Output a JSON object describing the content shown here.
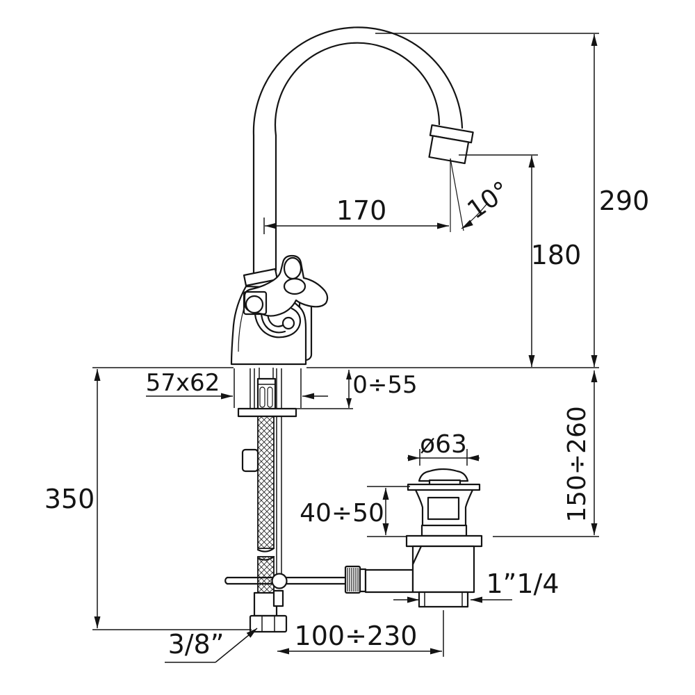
{
  "colors": {
    "line": "#141414",
    "background": "#ffffff"
  },
  "dims": {
    "spout_reach": "170",
    "spray_angle": "10°",
    "overall_height": "290",
    "outlet_height": "180",
    "base_footprint": "57x62",
    "deck_thickness_range": "0÷55",
    "supply_hose_length": "350",
    "waste_cap_diameter": "ø63",
    "waste_cap_height": "40÷50",
    "waste_depth_range": "150÷260",
    "waste_thread": "1”1/4",
    "supply_thread": "3/8”",
    "rod_horizontal_range": "100÷230"
  }
}
